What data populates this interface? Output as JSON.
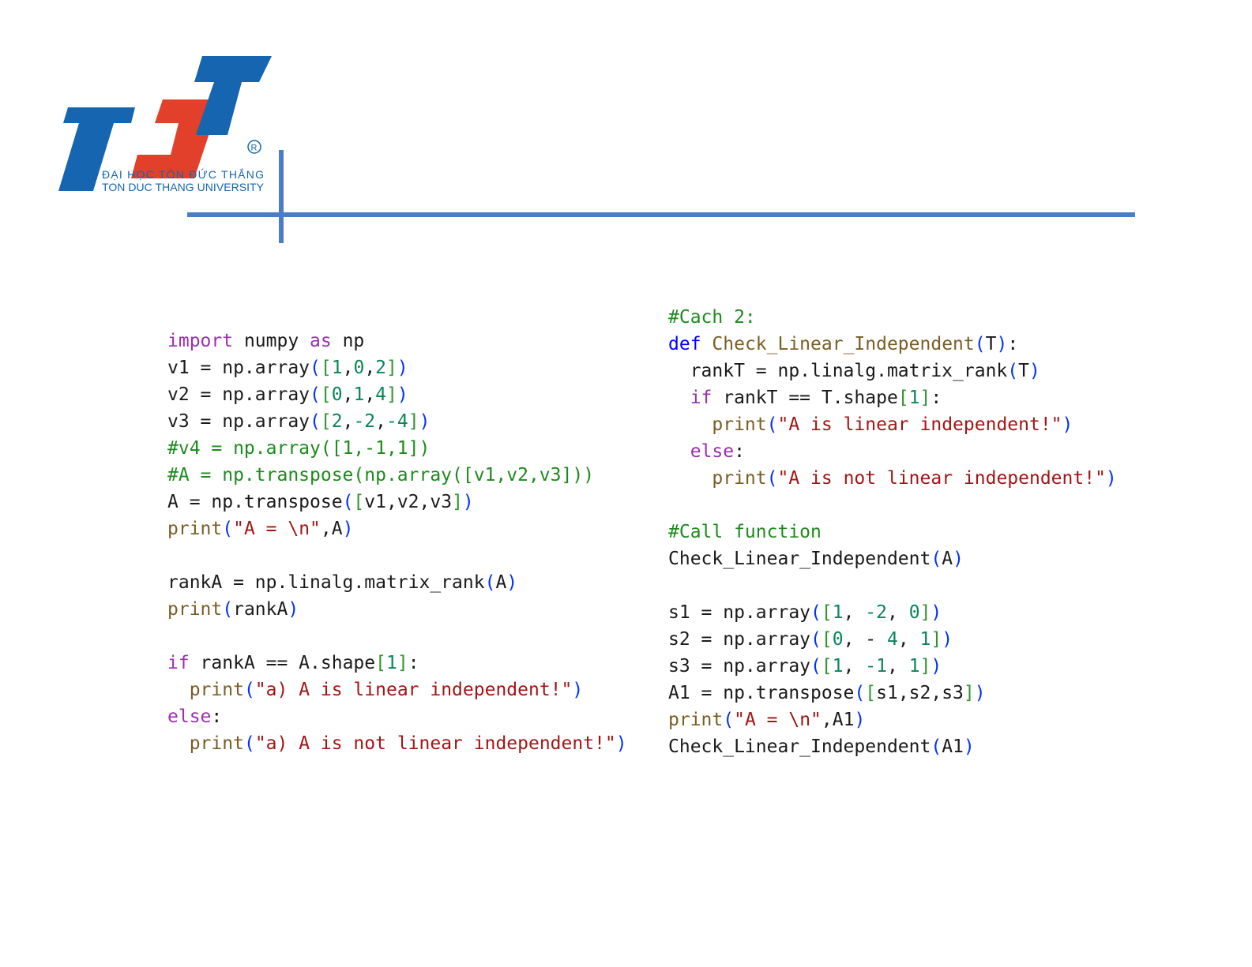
{
  "logo": {
    "name_vi": "ĐẠI HỌC TÔN ĐỨC THẮNG",
    "name_en": "TON DUC THANG UNIVERSITY",
    "mark": "TDT",
    "registered": "®",
    "colors": {
      "blue": "#1565b0",
      "red": "#e2402a"
    }
  },
  "accent_color": "#4a7cc7",
  "code_left": [
    [
      [
        "import",
        "kw"
      ],
      [
        " numpy ",
        ""
      ],
      [
        "as",
        "kw"
      ],
      [
        " np",
        ""
      ]
    ],
    [
      [
        "v1 = np.array",
        ""
      ],
      [
        "(",
        "br"
      ],
      [
        "[",
        "sq"
      ],
      [
        "1",
        "num"
      ],
      [
        ",",
        ""
      ],
      [
        "0",
        "num"
      ],
      [
        ",",
        ""
      ],
      [
        "2",
        "num"
      ],
      [
        "]",
        "sq"
      ],
      [
        ")",
        "br"
      ]
    ],
    [
      [
        "v2 = np.array",
        ""
      ],
      [
        "(",
        "br"
      ],
      [
        "[",
        "sq"
      ],
      [
        "0",
        "num"
      ],
      [
        ",",
        ""
      ],
      [
        "1",
        "num"
      ],
      [
        ",",
        ""
      ],
      [
        "4",
        "num"
      ],
      [
        "]",
        "sq"
      ],
      [
        ")",
        "br"
      ]
    ],
    [
      [
        "v3 = np.array",
        ""
      ],
      [
        "(",
        "br"
      ],
      [
        "[",
        "sq"
      ],
      [
        "2",
        "num"
      ],
      [
        ",",
        ""
      ],
      [
        "-2",
        "num"
      ],
      [
        ",",
        ""
      ],
      [
        "-4",
        "num"
      ],
      [
        "]",
        "sq"
      ],
      [
        ")",
        "br"
      ]
    ],
    [
      [
        "#v4 = np.array([1,-1,1])",
        "cm"
      ]
    ],
    [
      [
        "#A = np.transpose(np.array([v1,v2,v3]))",
        "cm"
      ]
    ],
    [
      [
        "A = np.transpose",
        ""
      ],
      [
        "(",
        "br"
      ],
      [
        "[",
        "sq"
      ],
      [
        "v1,v2,v3",
        ""
      ],
      [
        "]",
        "sq"
      ],
      [
        ")",
        "br"
      ]
    ],
    [
      [
        "print",
        "fn"
      ],
      [
        "(",
        "br"
      ],
      [
        "\"A = \\n\"",
        "str"
      ],
      [
        ",A",
        ""
      ],
      [
        ")",
        "br"
      ]
    ],
    [],
    [
      [
        "rankA = np.linalg.matrix_rank",
        ""
      ],
      [
        "(",
        "br"
      ],
      [
        "A",
        ""
      ],
      [
        ")",
        "br"
      ]
    ],
    [
      [
        "print",
        "fn"
      ],
      [
        "(",
        "br"
      ],
      [
        "rankA",
        ""
      ],
      [
        ")",
        "br"
      ]
    ],
    [],
    [
      [
        "if",
        "kw"
      ],
      [
        " rankA == A.shape",
        ""
      ],
      [
        "[",
        "sq"
      ],
      [
        "1",
        "num"
      ],
      [
        "]",
        "sq"
      ],
      [
        ":",
        ""
      ]
    ],
    [
      [
        "  ",
        ""
      ],
      [
        "print",
        "fn"
      ],
      [
        "(",
        "br"
      ],
      [
        "\"a) A is linear independent!\"",
        "str"
      ],
      [
        ")",
        "br"
      ]
    ],
    [
      [
        "else",
        "kw"
      ],
      [
        ":",
        ""
      ]
    ],
    [
      [
        "  ",
        ""
      ],
      [
        "print",
        "fn"
      ],
      [
        "(",
        "br"
      ],
      [
        "\"a) A is not linear independent!\"",
        "str"
      ],
      [
        ")",
        "br"
      ]
    ]
  ],
  "code_right": [
    [
      [
        "#Cach 2:",
        "cm"
      ]
    ],
    [
      [
        "def",
        "def"
      ],
      [
        " ",
        ""
      ],
      [
        "Check_Linear_Independent",
        "fn"
      ],
      [
        "(",
        "br"
      ],
      [
        "T",
        ""
      ],
      [
        ")",
        "br"
      ],
      [
        ":",
        ""
      ]
    ],
    [
      [
        "  rankT = np.linalg.matrix_rank",
        ""
      ],
      [
        "(",
        "br"
      ],
      [
        "T",
        ""
      ],
      [
        ")",
        "br"
      ]
    ],
    [
      [
        "  ",
        ""
      ],
      [
        "if",
        "kw"
      ],
      [
        " rankT == T.shape",
        ""
      ],
      [
        "[",
        "sq"
      ],
      [
        "1",
        "num"
      ],
      [
        "]",
        "sq"
      ],
      [
        ":",
        ""
      ]
    ],
    [
      [
        "    ",
        ""
      ],
      [
        "print",
        "fn"
      ],
      [
        "(",
        "br"
      ],
      [
        "\"A is linear independent!\"",
        "str"
      ],
      [
        ")",
        "br"
      ]
    ],
    [
      [
        "  ",
        ""
      ],
      [
        "else",
        "kw"
      ],
      [
        ":",
        ""
      ]
    ],
    [
      [
        "    ",
        ""
      ],
      [
        "print",
        "fn"
      ],
      [
        "(",
        "br"
      ],
      [
        "\"A is not linear independent!\"",
        "str"
      ],
      [
        ")",
        "br"
      ]
    ],
    [],
    [
      [
        "#Call function",
        "cm"
      ]
    ],
    [
      [
        "Check_Linear_Independent",
        ""
      ],
      [
        "(",
        "br"
      ],
      [
        "A",
        ""
      ],
      [
        ")",
        "br"
      ]
    ],
    [],
    [
      [
        "s1 = np.array",
        ""
      ],
      [
        "(",
        "br"
      ],
      [
        "[",
        "sq"
      ],
      [
        "1",
        "num"
      ],
      [
        ", ",
        ""
      ],
      [
        "-2",
        "num"
      ],
      [
        ", ",
        ""
      ],
      [
        "0",
        "num"
      ],
      [
        "]",
        "sq"
      ],
      [
        ")",
        "br"
      ]
    ],
    [
      [
        "s2 = np.array",
        ""
      ],
      [
        "(",
        "br"
      ],
      [
        "[",
        "sq"
      ],
      [
        "0",
        "num"
      ],
      [
        ", - ",
        ""
      ],
      [
        "4",
        "num"
      ],
      [
        ", ",
        ""
      ],
      [
        "1",
        "num"
      ],
      [
        "]",
        "sq"
      ],
      [
        ")",
        "br"
      ]
    ],
    [
      [
        "s3 = np.array",
        ""
      ],
      [
        "(",
        "br"
      ],
      [
        "[",
        "sq"
      ],
      [
        "1",
        "num"
      ],
      [
        ", ",
        ""
      ],
      [
        "-1",
        "num"
      ],
      [
        ", ",
        ""
      ],
      [
        "1",
        "num"
      ],
      [
        "]",
        "sq"
      ],
      [
        ")",
        "br"
      ]
    ],
    [
      [
        "A1 = np.transpose",
        ""
      ],
      [
        "(",
        "br"
      ],
      [
        "[",
        "sq"
      ],
      [
        "s1,s2,s3",
        ""
      ],
      [
        "]",
        "sq"
      ],
      [
        ")",
        "br"
      ]
    ],
    [
      [
        "print",
        "fn"
      ],
      [
        "(",
        "br"
      ],
      [
        "\"A = \\n\"",
        "str"
      ],
      [
        ",A1",
        ""
      ],
      [
        ")",
        "br"
      ]
    ],
    [
      [
        "Check_Linear_Independent",
        ""
      ],
      [
        "(",
        "br"
      ],
      [
        "A1",
        ""
      ],
      [
        ")",
        "br"
      ]
    ]
  ]
}
